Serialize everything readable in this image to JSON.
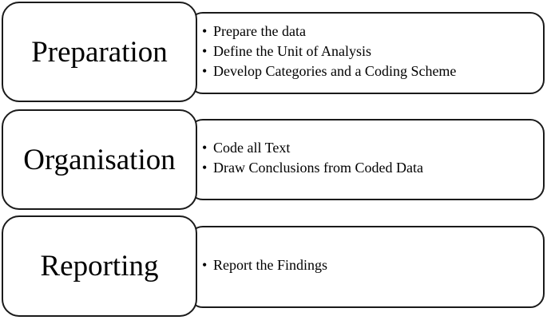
{
  "stages": [
    {
      "title": "Preparation",
      "bullet_char": "•",
      "items": [
        "Prepare the data",
        "Define the Unit of Analysis",
        "Develop Categories and a Coding Scheme"
      ]
    },
    {
      "title": "Organisation",
      "bullet_char": "•",
      "items": [
        "Code all Text",
        "Draw Conclusions from Coded Data"
      ]
    },
    {
      "title": "Reporting",
      "bullet_char": "•",
      "items": [
        "Report the Findings"
      ]
    }
  ]
}
